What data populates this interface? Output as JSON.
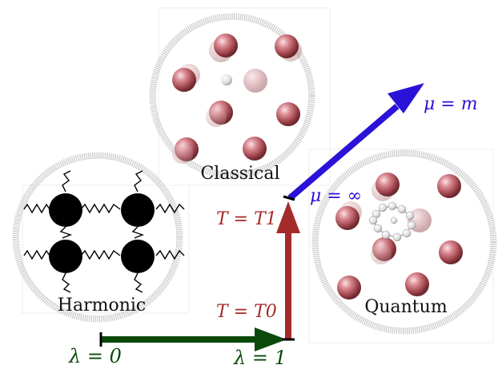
{
  "panels": {
    "classical": {
      "label": "Classical"
    },
    "harmonic": {
      "label": "Harmonic"
    },
    "quantum": {
      "label": "Quantum"
    }
  },
  "arrows": {
    "lambda": {
      "color": "#0b4a0b",
      "start_label": "λ = 0",
      "end_label": "λ = 1"
    },
    "temperature": {
      "color": "#a52a2a",
      "start_label": "T = T0",
      "end_label": "T = T1"
    },
    "mu": {
      "color": "#2a12d8",
      "start_label": "μ = ∞",
      "end_label": "μ = m"
    }
  },
  "colors": {
    "ring": "#c8c8c8",
    "nucleus": "#c0636b",
    "spring": "#000000",
    "harmonic_ball": "#000000"
  }
}
